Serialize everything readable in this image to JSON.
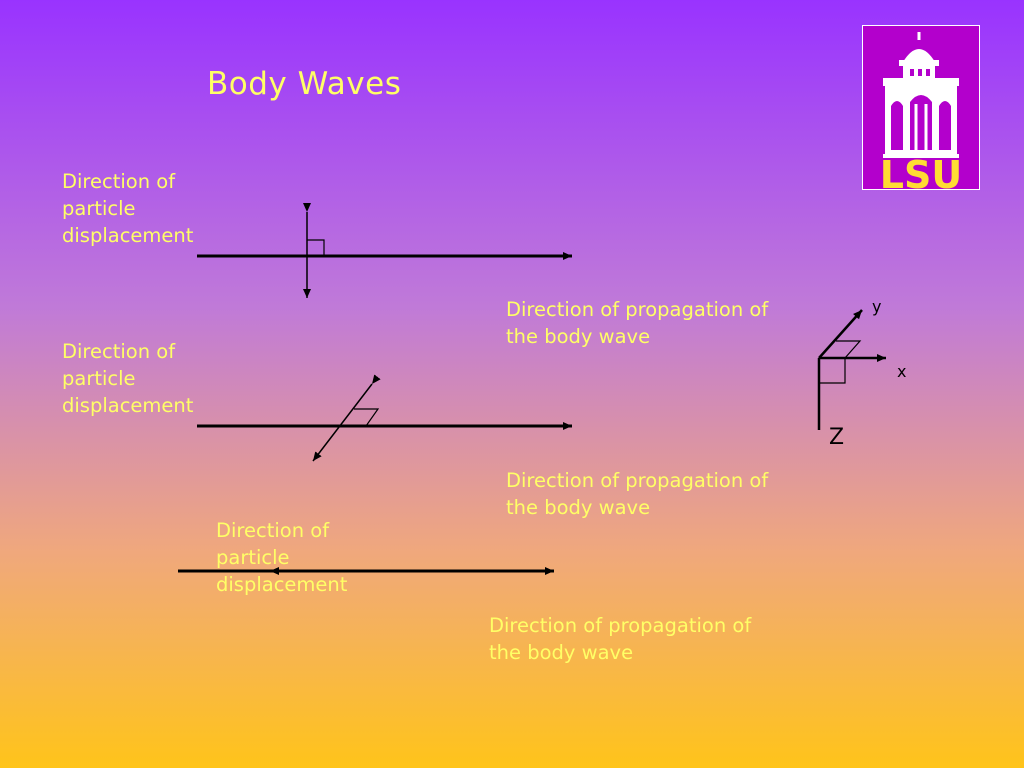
{
  "slide": {
    "title": "Body Waves"
  },
  "labels": {
    "displacement_1": [
      "Direction of",
      "particle",
      "displacement"
    ],
    "displacement_2": [
      "Direction of",
      "particle",
      "displacement"
    ],
    "displacement_3": [
      "Direction of",
      "particle",
      "displacement"
    ],
    "propagation_1": [
      "Direction of propagation of",
      "the body wave"
    ],
    "propagation_2": [
      "Direction of propagation of",
      "the body wave"
    ],
    "propagation_3": [
      "Direction of propagation of",
      "the body wave"
    ]
  },
  "axes": {
    "y": "y",
    "x": "x",
    "z": "Z"
  },
  "logo": {
    "text": "LSU",
    "icon": "lsu-tower-logo"
  },
  "colors": {
    "text": "#ffff66",
    "logo_background": "#b300cc",
    "lines": "#000000"
  }
}
